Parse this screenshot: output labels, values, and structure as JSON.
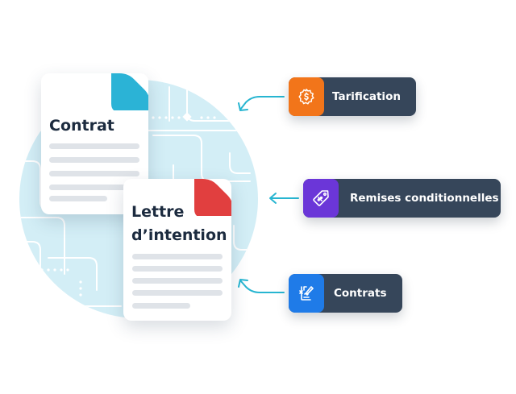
{
  "documents": [
    {
      "id": "contrat",
      "title_lines": [
        "Contrat"
      ],
      "fold_color": "#2bb3d6"
    },
    {
      "id": "lettre",
      "title_lines": [
        "Lettre",
        "d’intention"
      ],
      "fold_color": "#e13f3f"
    }
  ],
  "tags": [
    {
      "id": "tarification",
      "label": "Tarification",
      "icon": "price-badge-icon",
      "icon_color": "#f2751a"
    },
    {
      "id": "remises",
      "label": "Remises conditionnelles",
      "icon": "discount-tag-icon",
      "icon_color": "#6b36d8"
    },
    {
      "id": "contrats",
      "label": "Contrats",
      "icon": "contract-edit-icon",
      "icon_color": "#1f7be8"
    }
  ],
  "colors": {
    "circle": "#d3eef6",
    "circuit": "#ffffff",
    "arrow": "#27b5d1",
    "tag_background": "#36465a"
  }
}
